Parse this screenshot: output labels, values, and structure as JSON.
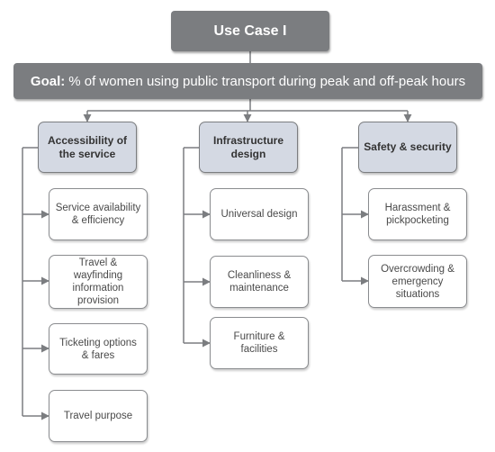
{
  "title": "Use Case I",
  "goal": {
    "label": "Goal:",
    "text": "% of women using public transport during peak and off-peak hours"
  },
  "categories": [
    {
      "label": "Accessibility of the service",
      "items": [
        "Service availability & efficiency",
        "Travel & wayfinding information provision",
        "Ticketing options & fares",
        "Travel purpose"
      ]
    },
    {
      "label": "Infrastructure design",
      "items": [
        "Universal design",
        "Cleanliness & maintenance",
        "Furniture & facilities"
      ]
    },
    {
      "label": "Safety & security",
      "items": [
        "Harassment & pickpocketing",
        "Overcrowding & emergency situations"
      ]
    }
  ],
  "colors": {
    "header_fill": "#7b7d80",
    "category_fill": "#d4d9e3",
    "item_border": "#8a8c8f",
    "connector": "#7b7d80"
  }
}
